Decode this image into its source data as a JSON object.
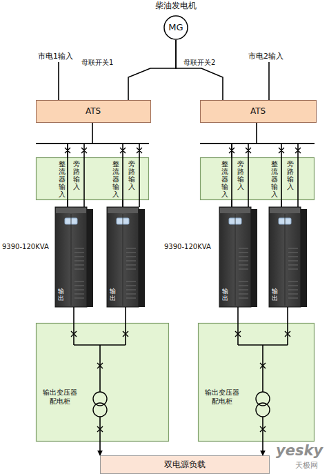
{
  "diagram": {
    "nodes": [
      {
        "text": [
          "柴油发电机",
          "MG"
        ]
      },
      {
        "text": [
          "ATS"
        ]
      },
      {
        "text": [
          "ATS"
        ]
      },
      {
        "text": [
          "整流器输入",
          "旁路输入",
          "整流器输入",
          "旁路输入"
        ]
      },
      {
        "text": [
          "整流器输入",
          "旁路输入",
          "整流器输入",
          "旁路输入"
        ]
      },
      {
        "text": [
          "输出"
        ]
      },
      {
        "text": [
          "输出"
        ]
      },
      {
        "text": [
          "输出"
        ]
      },
      {
        "text": [
          "输出"
        ]
      },
      {
        "text": [
          "输出变压器 配电柜"
        ]
      },
      {
        "text": [
          "输出变压器 配电柜"
        ]
      },
      {
        "text": [
          "双电源负载"
        ]
      }
    ],
    "edges": [
      {
        "from": 0,
        "to": 1,
        "arrow": "none"
      },
      {
        "from": 0,
        "to": 2,
        "arrow": "none"
      },
      {
        "from": 1,
        "to": 3,
        "arrow": "none"
      },
      {
        "from": 2,
        "to": 4,
        "arrow": "none"
      },
      {
        "from": 3,
        "to": 5,
        "arrow": "none"
      },
      {
        "from": 3,
        "to": 6,
        "arrow": "none"
      },
      {
        "from": 4,
        "to": 7,
        "arrow": "none"
      },
      {
        "from": 4,
        "to": 8,
        "arrow": "none"
      },
      {
        "from": 5,
        "to": 9,
        "arrow": "none"
      },
      {
        "from": 6,
        "to": 9,
        "arrow": "none"
      },
      {
        "from": 7,
        "to": 10,
        "arrow": "none"
      },
      {
        "from": 8,
        "to": 10,
        "arrow": "none"
      },
      {
        "from": 9,
        "to": 11,
        "arrow": "to"
      },
      {
        "from": 10,
        "to": 11,
        "arrow": "to"
      }
    ],
    "labels": [
      "市电1输入",
      "母联开关1",
      "母联开关2",
      "市电2输入",
      "9390-120KVA",
      "9390-120KVA",
      "yesky",
      "天极网"
    ]
  }
}
